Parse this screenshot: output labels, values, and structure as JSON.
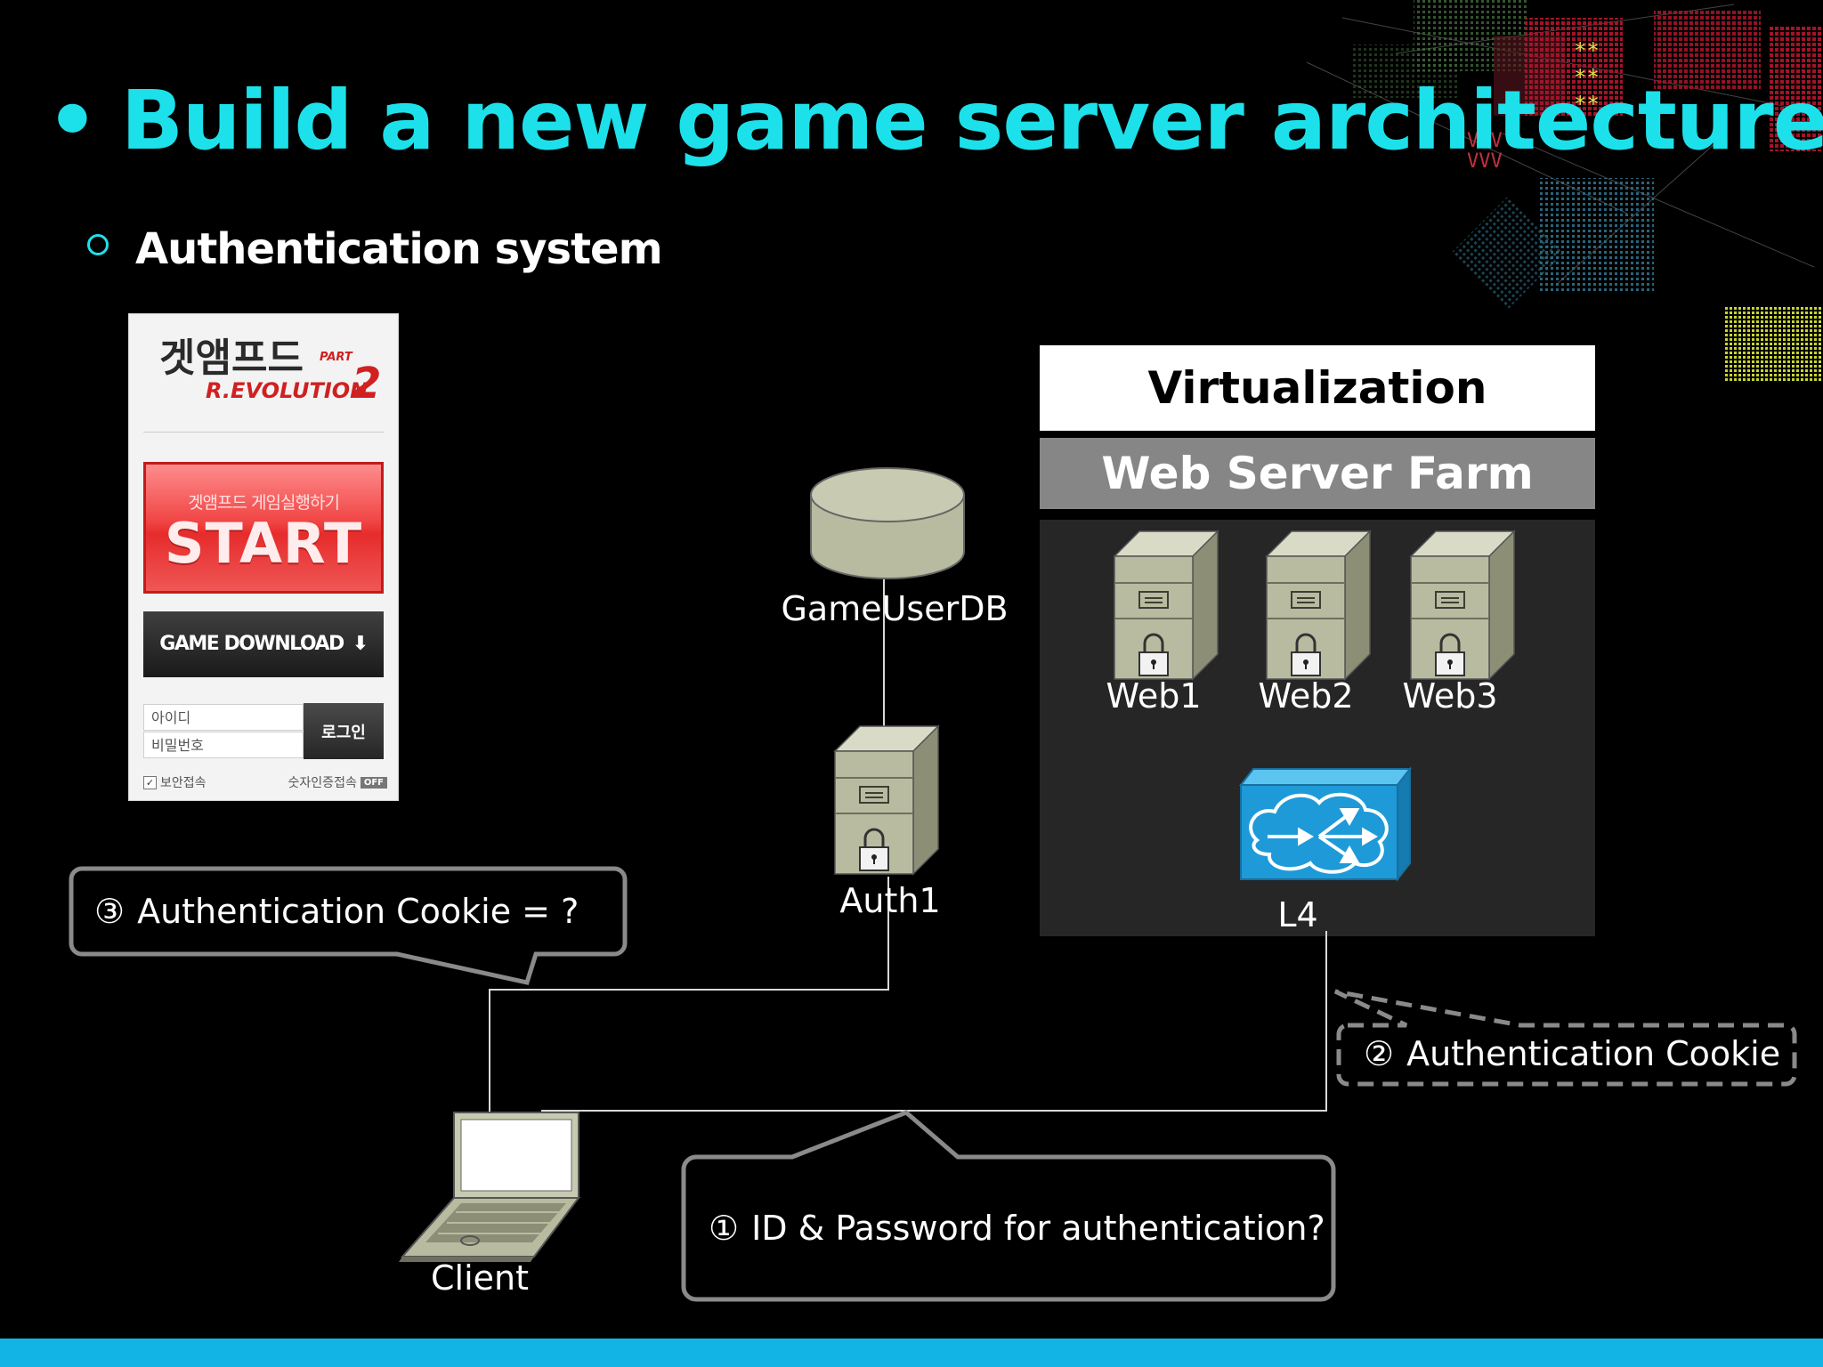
{
  "slide": {
    "title": "Build a new game server architecture",
    "subtitle": "Authentication system"
  },
  "login_widget": {
    "logo_main": "겟앰프드",
    "logo_part": "PART",
    "logo_sub": "R.EVOLUTION",
    "logo_num": "2",
    "start_sub": "겟앰프드 게임실행하기",
    "start_label": "START",
    "download_label": "GAME DOWNLOAD",
    "id_placeholder": "아이디",
    "pw_placeholder": "비밀번호",
    "login_label": "로그인",
    "secure_label": "보안접속",
    "numeric_label": "숫자인증접속",
    "off_label": "OFF"
  },
  "diagram": {
    "virtualization": "Virtualization",
    "web_server_farm": "Web Server Farm",
    "nodes": {
      "db": "GameUserDB",
      "auth": "Auth1",
      "web1": "Web1",
      "web2": "Web2",
      "web3": "Web3",
      "l4": "L4",
      "client": "Client"
    },
    "callouts": {
      "step1_num": "①",
      "step1": "ID & Password for authentication?",
      "step2_num": "②",
      "step2": "Authentication Cookie",
      "step3_num": "③",
      "step3": "Authentication Cookie = ?"
    }
  },
  "colors": {
    "title": "#1de1ea",
    "server": "#b9bba0",
    "router": "#1e9ad8",
    "accent_bar": "#12b4e6"
  }
}
